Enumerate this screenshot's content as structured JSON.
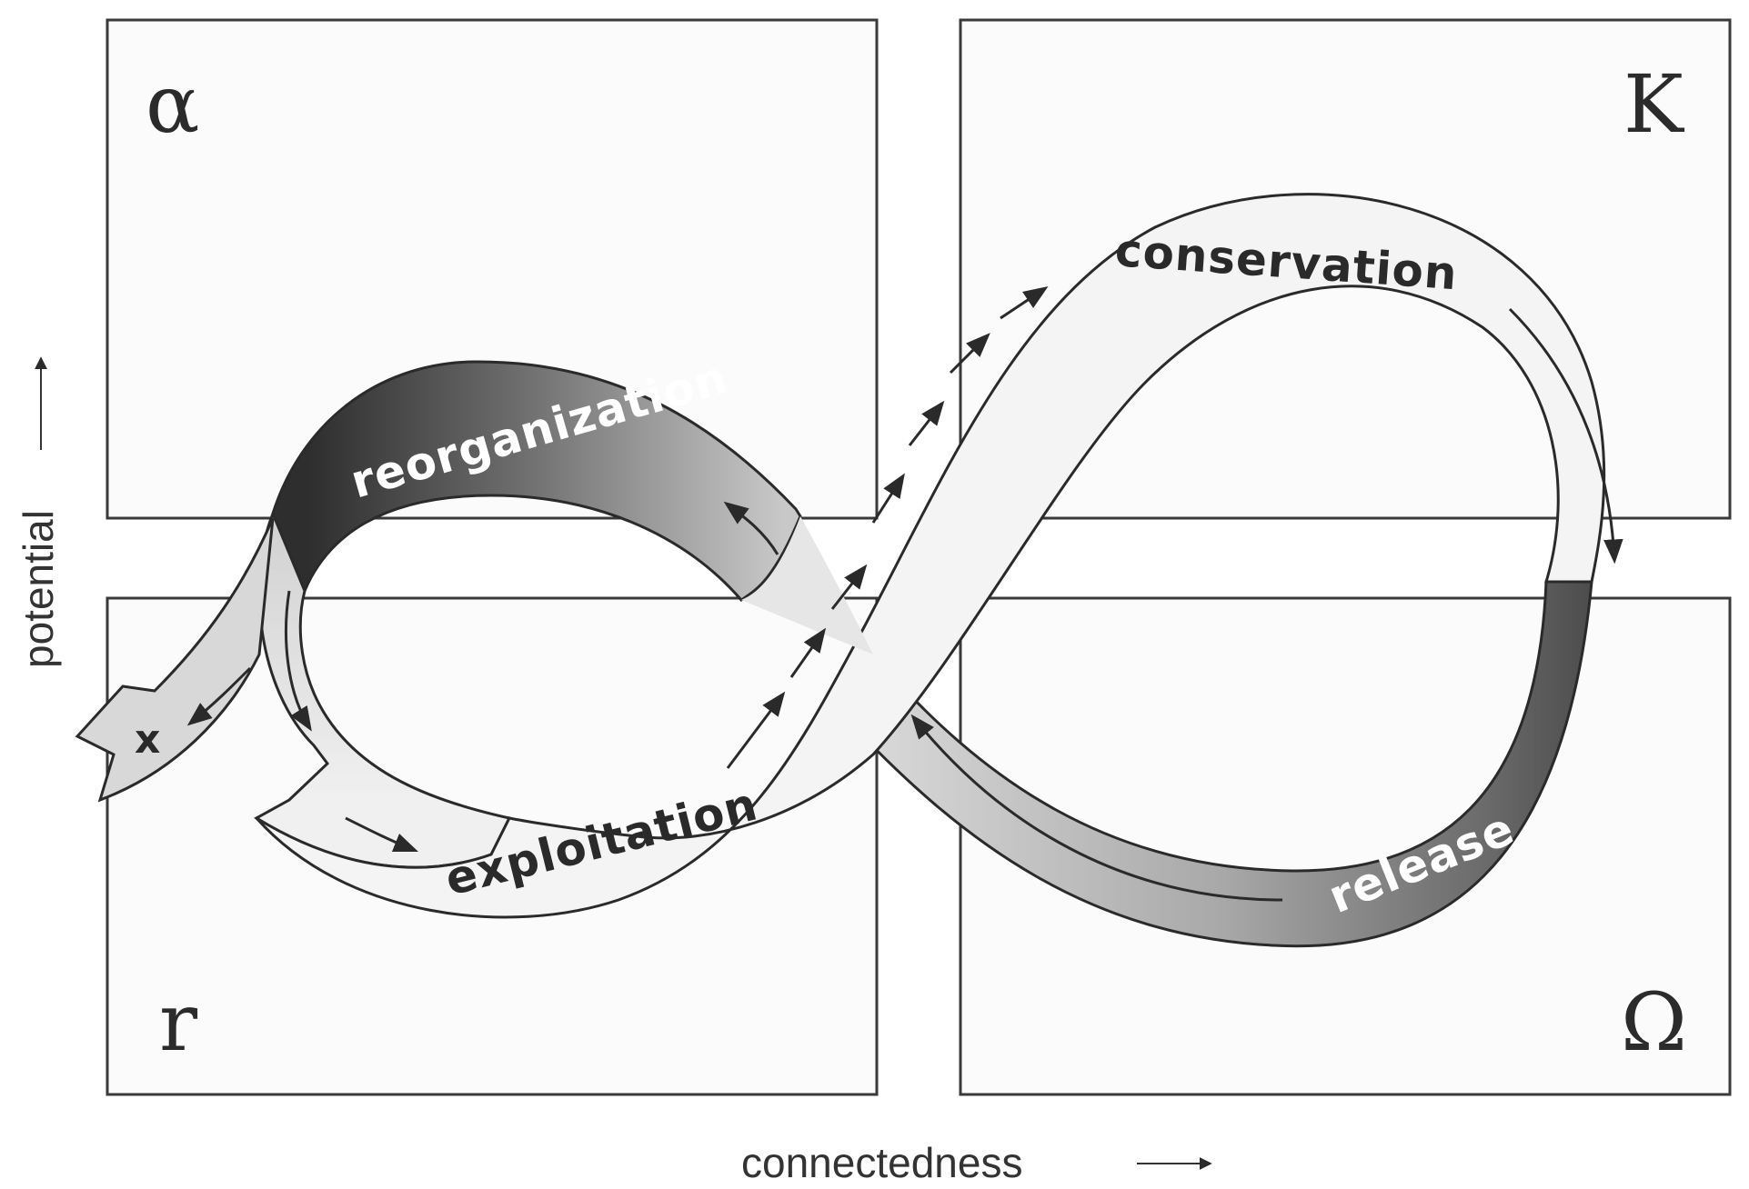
{
  "quadrants": {
    "alpha": "α",
    "k": "K",
    "r": "r",
    "omega": "Ω"
  },
  "phases": {
    "conservation": "conservation",
    "reorganization": "reorganization",
    "exploitation": "exploitation",
    "release": "release"
  },
  "exit_marker": "x",
  "axes": {
    "y_label": "potential",
    "x_label": "connectedness"
  },
  "colors": {
    "box_stroke": "#3a3a3a",
    "box_fill": "#fbfbfb",
    "ribbon_light": "#f4f4f4",
    "ribbon_dark": "#3c3c3c",
    "ribbon_outline": "#2a2a2a"
  }
}
